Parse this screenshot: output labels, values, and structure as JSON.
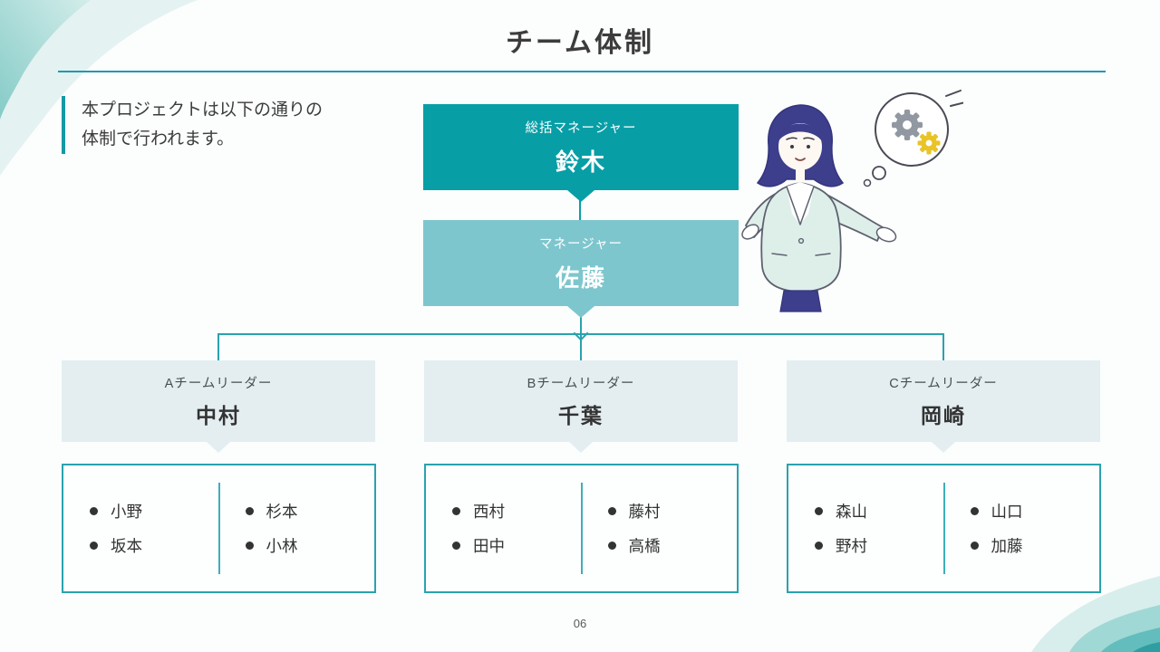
{
  "slide": {
    "title": "チーム体制",
    "page_number": "06",
    "intro": {
      "line1": "本プロジェクトは以下の通りの",
      "line2": "体制で行われます。"
    }
  },
  "org_chart": {
    "general_manager": {
      "role": "総括マネージャー",
      "name": "鈴木"
    },
    "manager": {
      "role": "マネージャー",
      "name": "佐藤"
    },
    "teams": [
      {
        "role": "Aチームリーダー",
        "name": "中村",
        "members_left": [
          "小野",
          "坂本"
        ],
        "members_right": [
          "杉本",
          "小林"
        ]
      },
      {
        "role": "Bチームリーダー",
        "name": "千葉",
        "members_left": [
          "西村",
          "田中"
        ],
        "members_right": [
          "藤村",
          "高橋"
        ]
      },
      {
        "role": "Cチームリーダー",
        "name": "岡崎",
        "members_left": [
          "森山",
          "野村"
        ],
        "members_right": [
          "山口",
          "加藤"
        ]
      }
    ]
  },
  "illustration": {
    "description": "businesswoman presenting with thought bubble containing gears"
  },
  "colors": {
    "primary_teal": "#089EA6",
    "light_teal": "#7EC6CD",
    "leader_box_bg": "#E4EEF1",
    "connector_teal": "#2AA2AE",
    "title_underline": "#2099B0",
    "intro_bar": "#1799A4",
    "text_dark": "#3A3A3A",
    "page_number_gray": "#5A5A5A",
    "gear_gray": "#9298A1",
    "gear_yellow": "#E9C427",
    "hair_navy": "#3D3E8C",
    "jacket_mint": "#DEEFEA"
  }
}
